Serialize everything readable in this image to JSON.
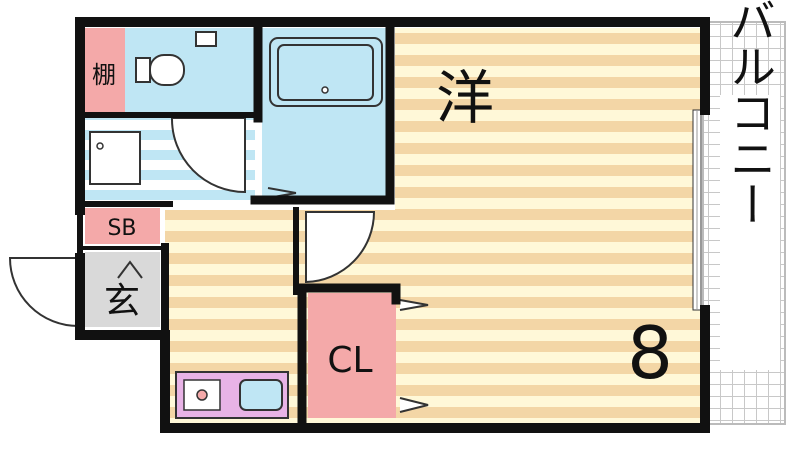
{
  "rooms": {
    "western": {
      "label": "洋",
      "size": "8"
    },
    "closet": {
      "label": "CL"
    },
    "shoe_box": {
      "label": "SB"
    },
    "entrance": {
      "label": "玄"
    },
    "shelf": {
      "label": "棚"
    },
    "balcony": {
      "label": "バルコニー"
    }
  },
  "colors": {
    "wall": "#111111",
    "floor_light": "#fff8d8",
    "floor_dark": "#f3d6a6",
    "wet_area": "#bfe6f4",
    "closet": "#f4a9a9",
    "kitchen": "#e8b3e6",
    "entrance": "#d9d9d9",
    "balcony_grid": "#c8c8c8"
  }
}
